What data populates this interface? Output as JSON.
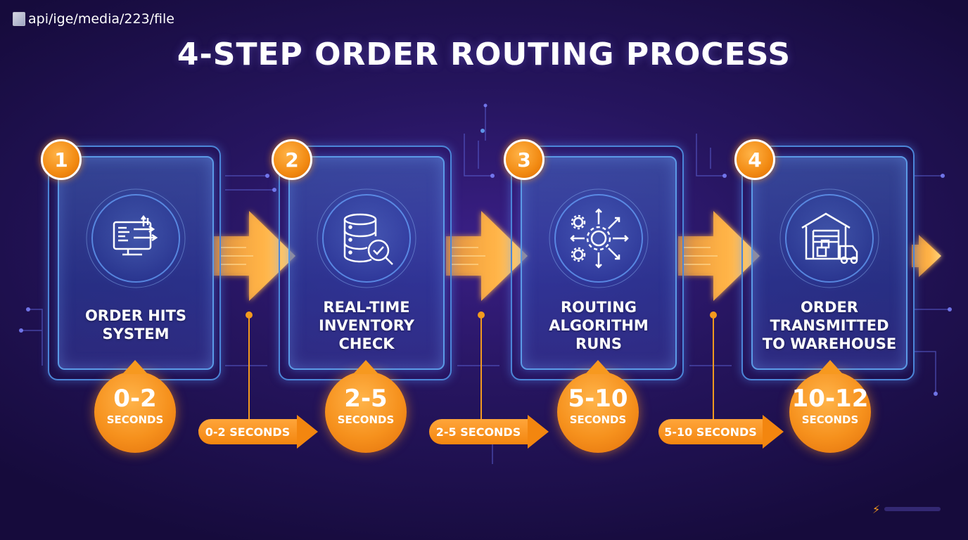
{
  "image_alt": "api/ige/media/223/file",
  "title": "4-STEP ORDER ROUTING PROCESS",
  "colors": {
    "background": "#26155f",
    "card_border": "#5b9ae6",
    "accent_orange": "#f6911d",
    "text": "#ffffff"
  },
  "steps": [
    {
      "number": "1",
      "label": "ORDER HITS\nSYSTEM",
      "icon": "monitor-data-icon",
      "time_value": "0-2",
      "time_unit": "SECONDS"
    },
    {
      "number": "2",
      "label": "REAL-TIME\nINVENTORY\nCHECK",
      "icon": "database-search-icon",
      "time_value": "2-5",
      "time_unit": "SECONDS"
    },
    {
      "number": "3",
      "label": "ROUTING\nALGORITHM\nRUNS",
      "icon": "gears-arrows-icon",
      "time_value": "5-10",
      "time_unit": "SECONDS"
    },
    {
      "number": "4",
      "label": "ORDER\nTRANSMITTED\nTO WAREHOUSE",
      "icon": "warehouse-truck-icon",
      "time_value": "10-12",
      "time_unit": "SECONDS"
    }
  ],
  "timeline_arrows": [
    {
      "label": "0-2 SECONDS"
    },
    {
      "label": "2-5 SECONDS"
    },
    {
      "label": "5-10 SECONDS"
    }
  ]
}
